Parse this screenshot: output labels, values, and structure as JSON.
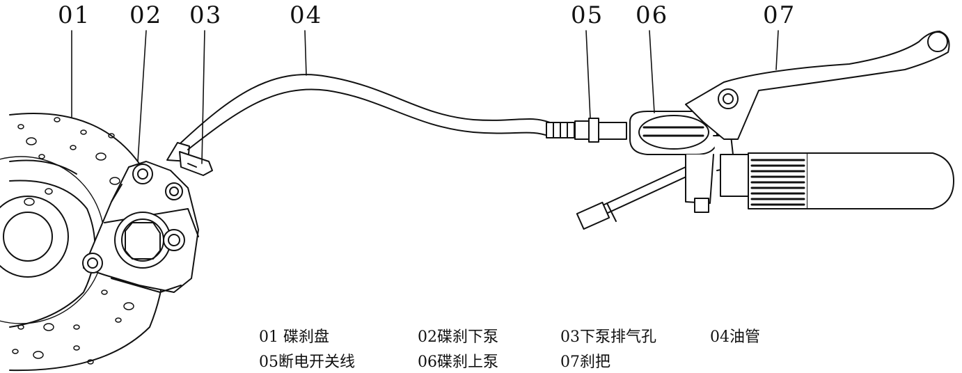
{
  "callouts": [
    {
      "num": "01"
    },
    {
      "num": "02"
    },
    {
      "num": "03"
    },
    {
      "num": "04"
    },
    {
      "num": "05"
    },
    {
      "num": "06"
    },
    {
      "num": "07"
    }
  ],
  "legend": [
    [
      "01 碟刹盘",
      "02碟刹下泵",
      "03下泵排气孔",
      "04油管"
    ],
    [
      "05断电开关线",
      "06碟刹上泵",
      "07刹把"
    ]
  ]
}
